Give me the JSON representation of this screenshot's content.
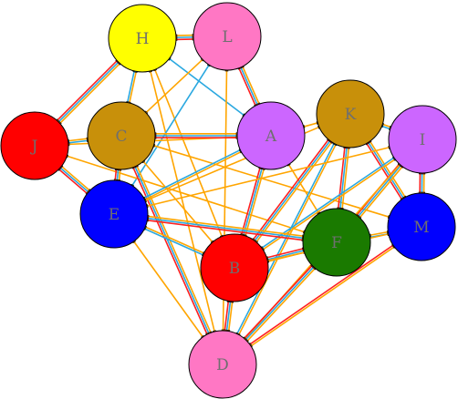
{
  "nodes": [
    {
      "id": "H",
      "label": "H",
      "color": "#ffff00"
    },
    {
      "id": "L",
      "label": "L",
      "color": "#ff77c4"
    },
    {
      "id": "J",
      "label": "J",
      "color": "#ff0000"
    },
    {
      "id": "C",
      "label": "C",
      "color": "#c8900a"
    },
    {
      "id": "A",
      "label": "A",
      "color": "#cc66ff"
    },
    {
      "id": "K",
      "label": "K",
      "color": "#c8900a"
    },
    {
      "id": "I",
      "label": "I",
      "color": "#cc66ff"
    },
    {
      "id": "E",
      "label": "E",
      "color": "#0000ff"
    },
    {
      "id": "F",
      "label": "F",
      "color": "#1a7a00"
    },
    {
      "id": "M",
      "label": "M",
      "color": "#0000ff"
    },
    {
      "id": "B",
      "label": "B",
      "color": "#ff0000"
    },
    {
      "id": "D",
      "label": "D",
      "color": "#ff77c4"
    }
  ],
  "edge_colors": {
    "orange": "#ffa500",
    "blue": "#2aa8e0",
    "red": "#ff2020"
  },
  "edges": [
    {
      "from": "H",
      "to": "L",
      "bundle": [
        "orange",
        "blue",
        "red"
      ]
    },
    {
      "from": "H",
      "to": "J",
      "bundle": [
        "orange",
        "blue",
        "red"
      ]
    },
    {
      "from": "H",
      "to": "C",
      "bundle": [
        "orange",
        "blue"
      ]
    },
    {
      "from": "H",
      "to": "A",
      "bundle": [
        "blue"
      ]
    },
    {
      "from": "H",
      "to": "D",
      "bundle": [
        "orange"
      ]
    },
    {
      "from": "H",
      "to": "B",
      "bundle": [
        "orange"
      ]
    },
    {
      "from": "L",
      "to": "A",
      "bundle": [
        "orange",
        "blue",
        "red"
      ]
    },
    {
      "from": "L",
      "to": "C",
      "bundle": [
        "orange"
      ]
    },
    {
      "from": "L",
      "to": "E",
      "bundle": [
        "blue"
      ]
    },
    {
      "from": "L",
      "to": "D",
      "bundle": [
        "orange"
      ]
    },
    {
      "from": "J",
      "to": "C",
      "bundle": [
        "orange",
        "blue"
      ]
    },
    {
      "from": "J",
      "to": "E",
      "bundle": [
        "orange",
        "blue",
        "red"
      ]
    },
    {
      "from": "J",
      "to": "F",
      "bundle": [
        "orange"
      ]
    },
    {
      "from": "J",
      "to": "A",
      "bundle": [
        "orange"
      ]
    },
    {
      "from": "C",
      "to": "A",
      "bundle": [
        "orange",
        "blue",
        "red"
      ]
    },
    {
      "from": "C",
      "to": "E",
      "bundle": [
        "orange",
        "blue",
        "red"
      ]
    },
    {
      "from": "C",
      "to": "D",
      "bundle": [
        "orange",
        "blue",
        "red"
      ]
    },
    {
      "from": "C",
      "to": "B",
      "bundle": [
        "orange"
      ]
    },
    {
      "from": "C",
      "to": "M",
      "bundle": [
        "orange"
      ]
    },
    {
      "from": "A",
      "to": "E",
      "bundle": [
        "orange",
        "blue"
      ]
    },
    {
      "from": "A",
      "to": "B",
      "bundle": [
        "orange",
        "blue",
        "red"
      ]
    },
    {
      "from": "A",
      "to": "K",
      "bundle": [
        "orange"
      ]
    },
    {
      "from": "A",
      "to": "F",
      "bundle": [
        "orange"
      ]
    },
    {
      "from": "K",
      "to": "I",
      "bundle": [
        "orange",
        "blue"
      ]
    },
    {
      "from": "K",
      "to": "B",
      "bundle": [
        "orange",
        "blue",
        "red"
      ]
    },
    {
      "from": "K",
      "to": "F",
      "bundle": [
        "orange",
        "blue",
        "red"
      ]
    },
    {
      "from": "K",
      "to": "D",
      "bundle": [
        "orange",
        "blue"
      ]
    },
    {
      "from": "K",
      "to": "M",
      "bundle": [
        "orange",
        "blue",
        "red"
      ]
    },
    {
      "from": "K",
      "to": "E",
      "bundle": [
        "orange"
      ]
    },
    {
      "from": "I",
      "to": "F",
      "bundle": [
        "orange",
        "blue",
        "red"
      ]
    },
    {
      "from": "I",
      "to": "M",
      "bundle": [
        "orange",
        "blue",
        "red"
      ]
    },
    {
      "from": "I",
      "to": "B",
      "bundle": [
        "orange",
        "blue"
      ]
    },
    {
      "from": "I",
      "to": "D",
      "bundle": [
        "orange"
      ]
    },
    {
      "from": "I",
      "to": "E",
      "bundle": [
        "orange"
      ]
    },
    {
      "from": "E",
      "to": "F",
      "bundle": [
        "orange",
        "blue",
        "red"
      ]
    },
    {
      "from": "E",
      "to": "B",
      "bundle": [
        "orange",
        "blue"
      ]
    },
    {
      "from": "E",
      "to": "D",
      "bundle": [
        "orange"
      ]
    },
    {
      "from": "F",
      "to": "B",
      "bundle": [
        "orange",
        "blue",
        "red"
      ]
    },
    {
      "from": "F",
      "to": "M",
      "bundle": [
        "orange",
        "blue"
      ]
    },
    {
      "from": "F",
      "to": "D",
      "bundle": [
        "orange",
        "blue",
        "red"
      ]
    },
    {
      "from": "B",
      "to": "D",
      "bundle": [
        "orange",
        "blue",
        "red"
      ]
    },
    {
      "from": "M",
      "to": "D",
      "bundle": [
        "orange",
        "red"
      ]
    },
    {
      "from": "M",
      "to": "B",
      "bundle": [
        "orange"
      ]
    }
  ]
}
